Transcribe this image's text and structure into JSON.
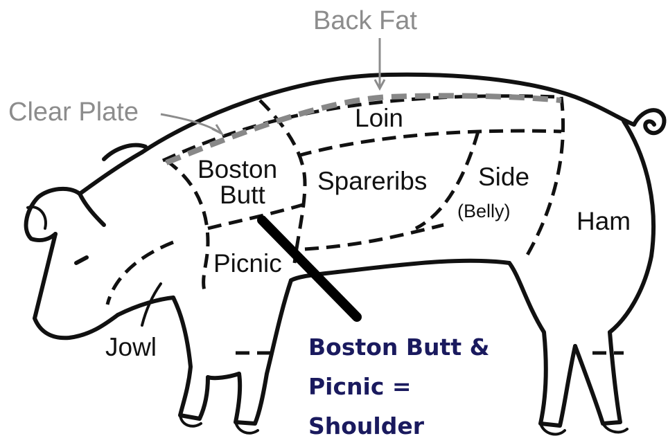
{
  "regions": {
    "back_fat": "Back Fat",
    "clear_plate": "Clear Plate",
    "loin": "Loin",
    "boston_butt_line1": "Boston",
    "boston_butt_line2": "Butt",
    "spareribs": "Spareribs",
    "side": "Side",
    "belly": "(Belly)",
    "ham": "Ham",
    "picnic": "Picnic",
    "jowl": "Jowl"
  },
  "note": {
    "line1": "Boston Butt &",
    "line2": "Picnic =",
    "line3": "Shoulder"
  },
  "colors": {
    "outline": "#111111",
    "fat_lines": "#888888",
    "grey_labels": "#8c8c8c",
    "note_text": "#1a1a5e"
  }
}
